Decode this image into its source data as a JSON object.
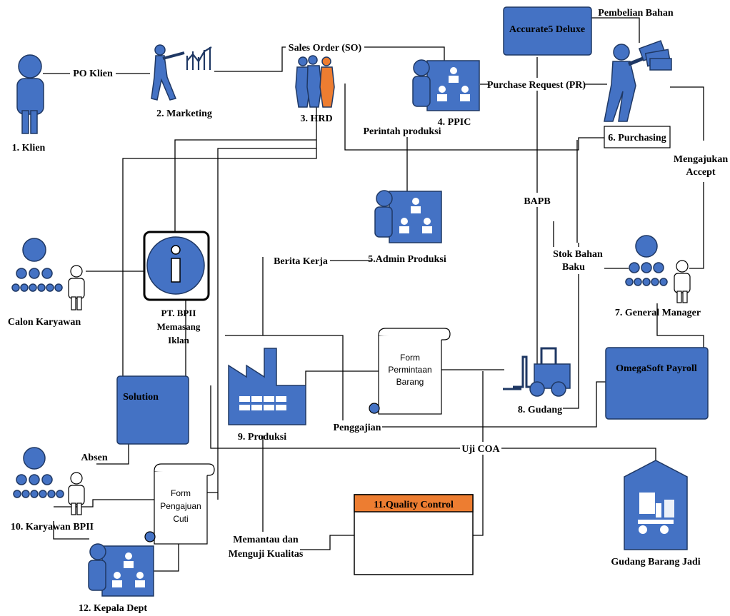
{
  "actors": {
    "klien": "1. Klien",
    "marketing": "2. Marketing",
    "hrd": "3. HRD",
    "ppic": "4. PPIC",
    "admin_produksi": "5.Admin Produksi",
    "purchasing": "6. Purchasing",
    "general_manager": "7. General Manager",
    "gudang": "8. Gudang",
    "produksi": "9. Produksi",
    "karyawan": "10. Karyawan BPII",
    "quality_control": "11.Quality Control",
    "kepala_dept": "12. Kepala Dept",
    "calon_karyawan": "Calon Karyawan",
    "gudang_barang_jadi": "Gudang Barang Jadi"
  },
  "systems": {
    "accurate": "Accurate5 Deluxe",
    "omegasoft": "OmegaSoft Payroll",
    "solution": "Solution",
    "bpii_iklan": [
      "PT. BPII",
      "Memasang",
      "Iklan"
    ]
  },
  "documents": {
    "form_permintaan": [
      "Form",
      "Permintaan",
      "Barang"
    ],
    "form_cuti": [
      "Form",
      "Pengajuan",
      "Cuti"
    ]
  },
  "flows": {
    "po_klien": "PO Klien",
    "sales_order": "Sales Order (SO)",
    "pembelian_bahan": "Pembelian Bahan",
    "purchase_request": "Purchase Request (PR)",
    "perintah_produksi": "Perintah produksi",
    "mengajukan": "Mengajukan",
    "accept": "Accept",
    "bapb": "BAPB",
    "stok_bahan": "Stok Bahan",
    "baku": "Baku",
    "berita_kerja": "Berita Kerja",
    "penggajian": "Penggajian",
    "absen": "Absen",
    "uji_coa": "Uji COA",
    "memantau": "Memantau dan",
    "menguji": "Menguji Kualitas"
  },
  "colors": {
    "blue": "#4472c4",
    "blue_dark": "#1f3864",
    "orange": "#ed7d31"
  }
}
